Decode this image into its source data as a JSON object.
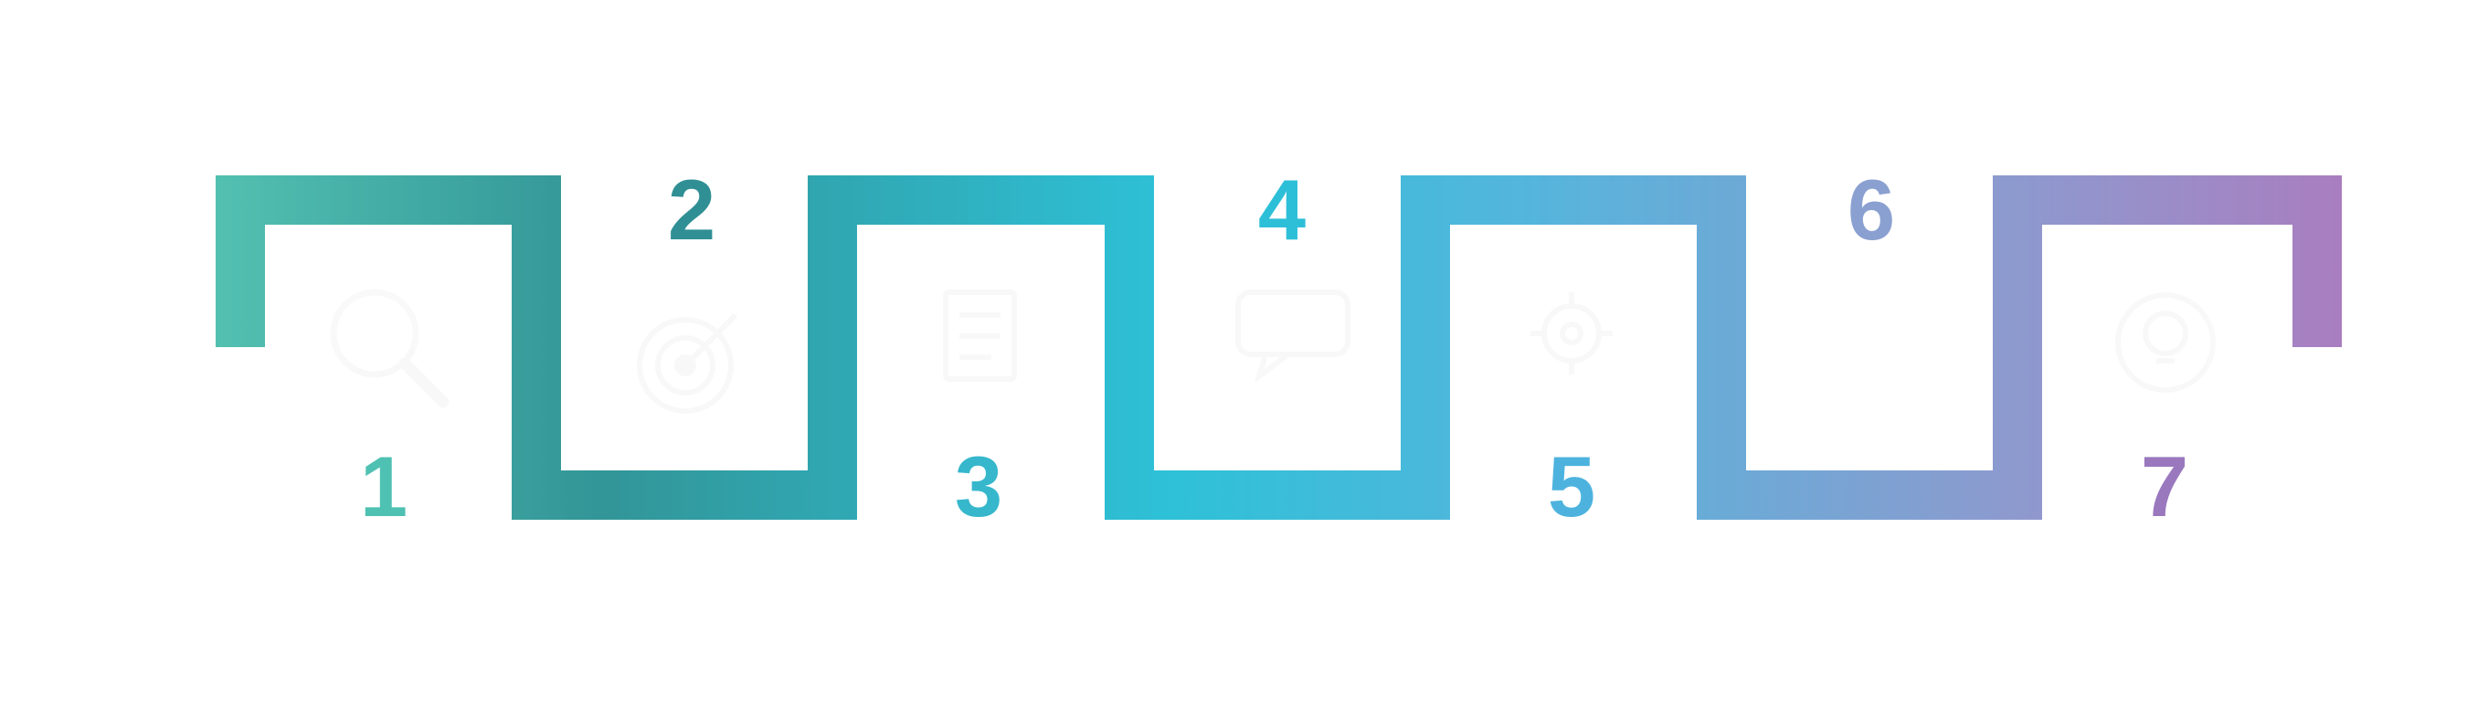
{
  "colors": {
    "gradient": [
      "#52c0b1",
      "#329597",
      "#2ec1d8",
      "#55b5dc",
      "#8e99ce",
      "#a97ec0"
    ],
    "icon": "#ffffff"
  },
  "steps": [
    {
      "number": "1",
      "color": "#4fc1b2",
      "icon": "search-icon"
    },
    {
      "number": "2",
      "color": "#2f8f94",
      "icon": "target-icon"
    },
    {
      "number": "3",
      "color": "#36b7cc",
      "icon": "document-icon"
    },
    {
      "number": "4",
      "color": "#2ebfd8",
      "icon": "chat-icon"
    },
    {
      "number": "5",
      "color": "#4db3de",
      "icon": "gear-icon"
    },
    {
      "number": "6",
      "color": "#8aa0d0",
      "icon": "growth-chart-icon"
    },
    {
      "number": "7",
      "color": "#9a78be",
      "icon": "lightbulb-icon"
    }
  ]
}
